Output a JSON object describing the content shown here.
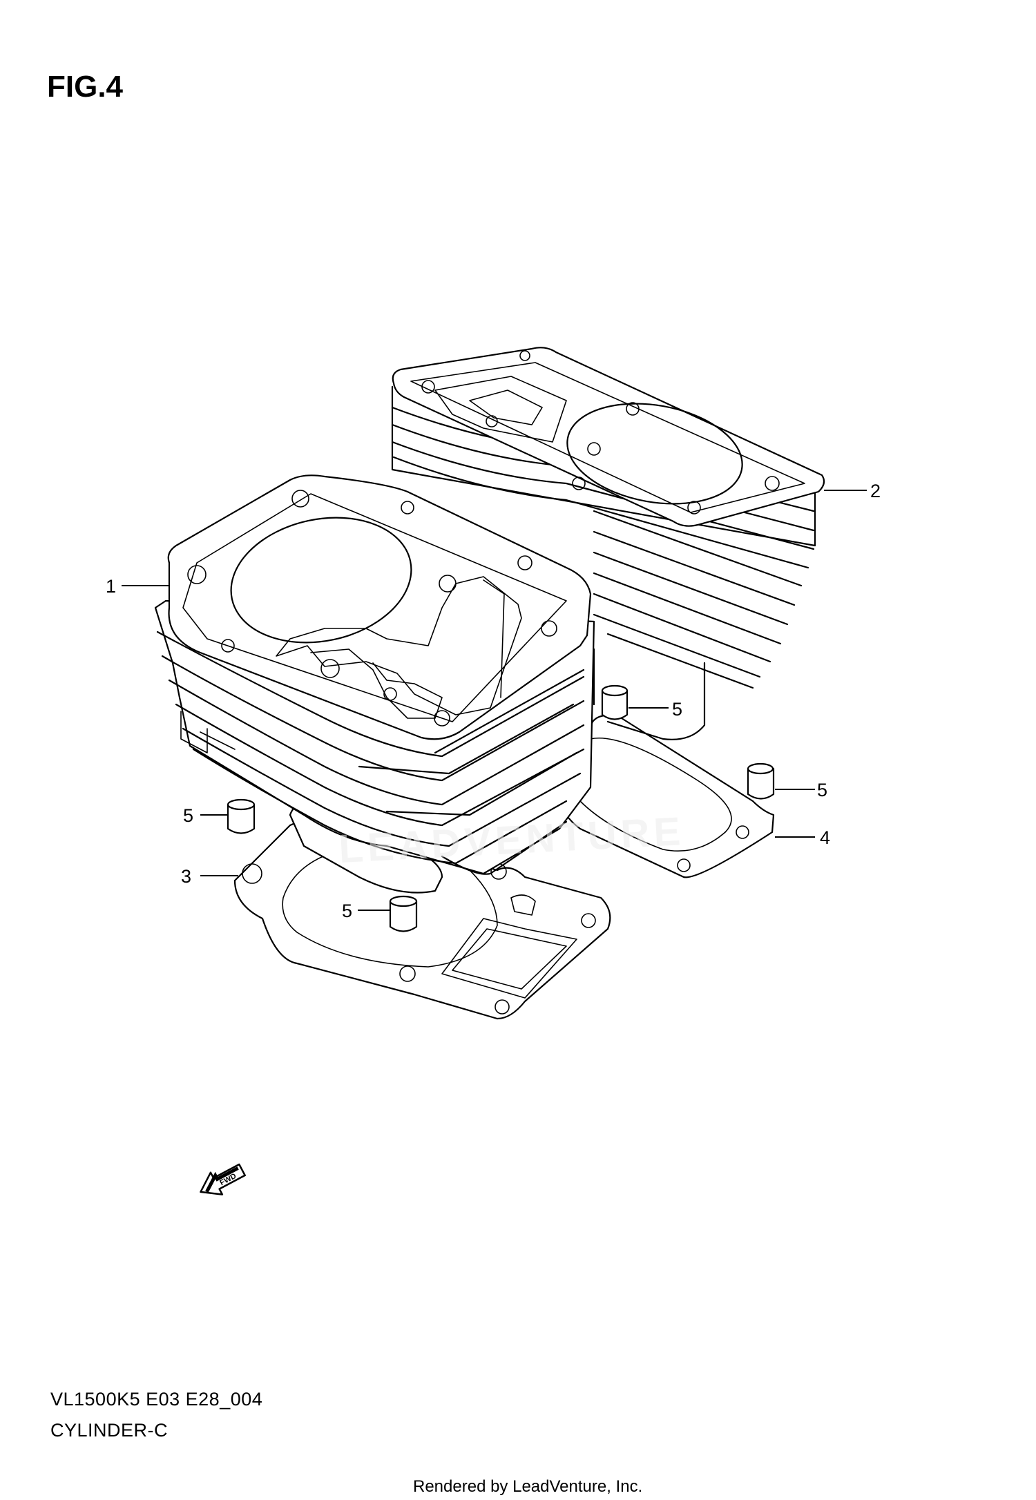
{
  "figure_title": "FIG.4",
  "watermark": "LEADVENTURE",
  "fwd_label": "FWD",
  "callouts": [
    {
      "id": "c1",
      "label": "1"
    },
    {
      "id": "c2",
      "label": "2"
    },
    {
      "id": "c3",
      "label": "3"
    },
    {
      "id": "c4",
      "label": "4"
    },
    {
      "id": "c5a",
      "label": "5"
    },
    {
      "id": "c5b",
      "label": "5"
    },
    {
      "id": "c5c",
      "label": "5"
    },
    {
      "id": "c5d",
      "label": "5"
    }
  ],
  "footer": {
    "model_code": "VL1500K5 E03 E28_004",
    "section_name": "CYLINDER-C"
  },
  "credit": "Rendered by LeadVenture, Inc."
}
